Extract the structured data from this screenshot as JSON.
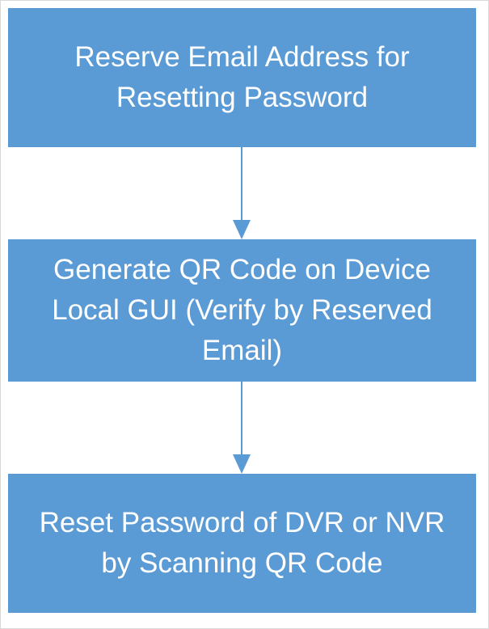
{
  "flowchart": {
    "steps": [
      {
        "line1": "Reserve Email Address for",
        "line2": "Resetting Password",
        "line3": ""
      },
      {
        "line1": "Generate QR Code on Device",
        "line2": "Local GUI (Verify by Reserved",
        "line3": "Email)"
      },
      {
        "line1": "Reset Password of DVR or NVR",
        "line2": "by Scanning QR Code",
        "line3": ""
      }
    ],
    "colors": {
      "box_fill": "#5b9bd5",
      "box_text": "#ffffff",
      "arrow": "#5b9bd5",
      "frame_border": "#d9d9d9"
    }
  }
}
